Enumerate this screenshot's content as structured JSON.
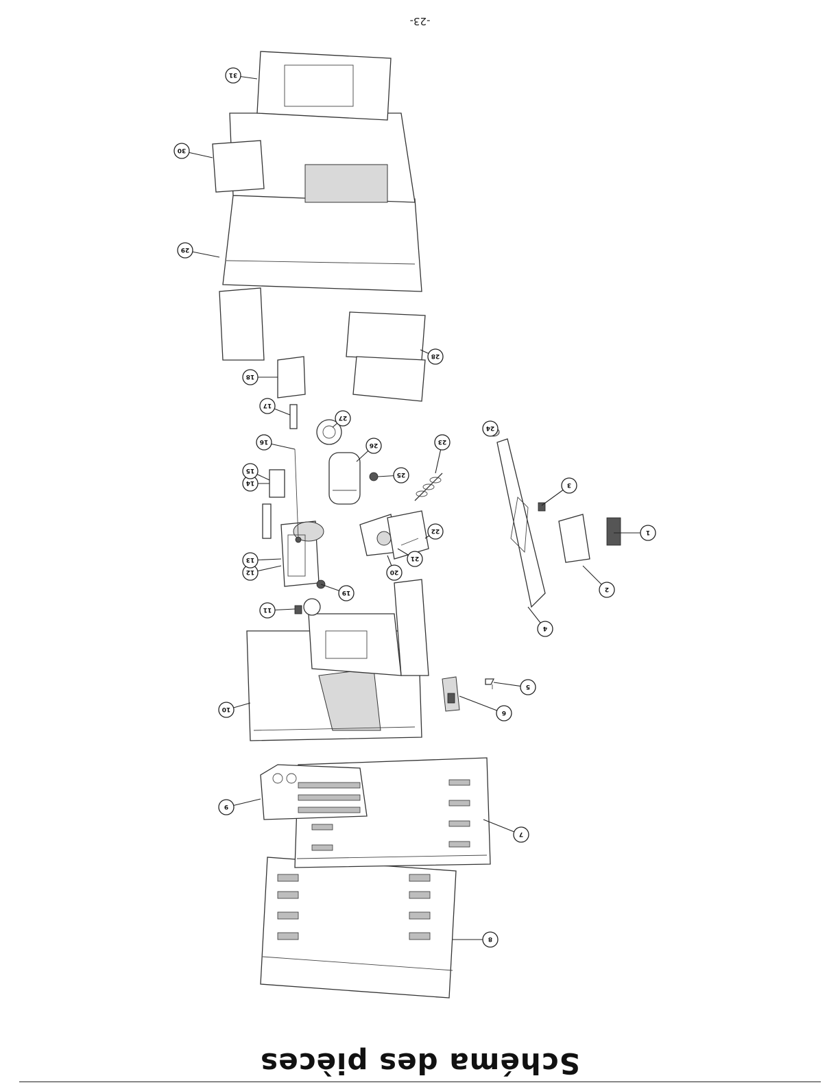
{
  "page": {
    "title": "Schéma des pièces",
    "page_number": "-23-"
  },
  "callouts": [
    "1",
    "2",
    "3",
    "4",
    "5",
    "6",
    "7",
    "8",
    "9",
    "10",
    "11",
    "12",
    "13",
    "14",
    "15",
    "16",
    "17",
    "18",
    "19",
    "20",
    "21",
    "22",
    "23",
    "24",
    "25",
    "26",
    "27",
    "28",
    "29",
    "30",
    "31"
  ],
  "callout_groups": [
    "12 13",
    "14 15"
  ],
  "colors": {
    "ink": "#222222",
    "paper": "#ffffff",
    "shade": "#d9d9d9"
  }
}
